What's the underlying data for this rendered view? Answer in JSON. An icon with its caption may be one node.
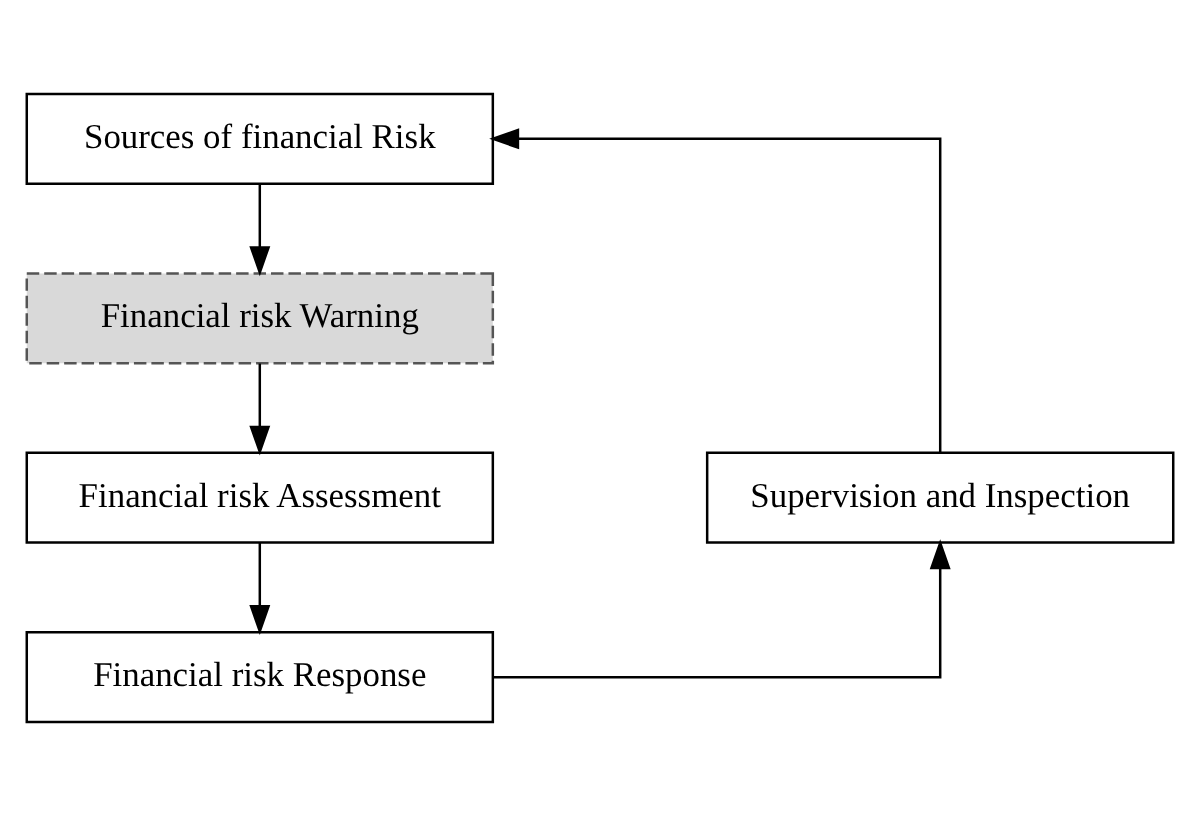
{
  "diagram": {
    "nodes": [
      {
        "text": [
          "Sources of financial Risk"
        ]
      },
      {
        "text": [
          "Financial risk Warning"
        ]
      },
      {
        "text": [
          "Financial risk Assessment"
        ]
      },
      {
        "text": [
          "Financial risk Response"
        ]
      },
      {
        "text": [
          "Supervision and Inspection"
        ]
      }
    ],
    "edges": [
      {
        "from": 0,
        "to": 1,
        "arrow": "to"
      },
      {
        "from": 1,
        "to": 2,
        "arrow": "to"
      },
      {
        "from": 2,
        "to": 3,
        "arrow": "to"
      },
      {
        "from": 3,
        "to": 4,
        "arrow": "to"
      },
      {
        "from": 4,
        "to": 0,
        "arrow": "to"
      }
    ]
  }
}
